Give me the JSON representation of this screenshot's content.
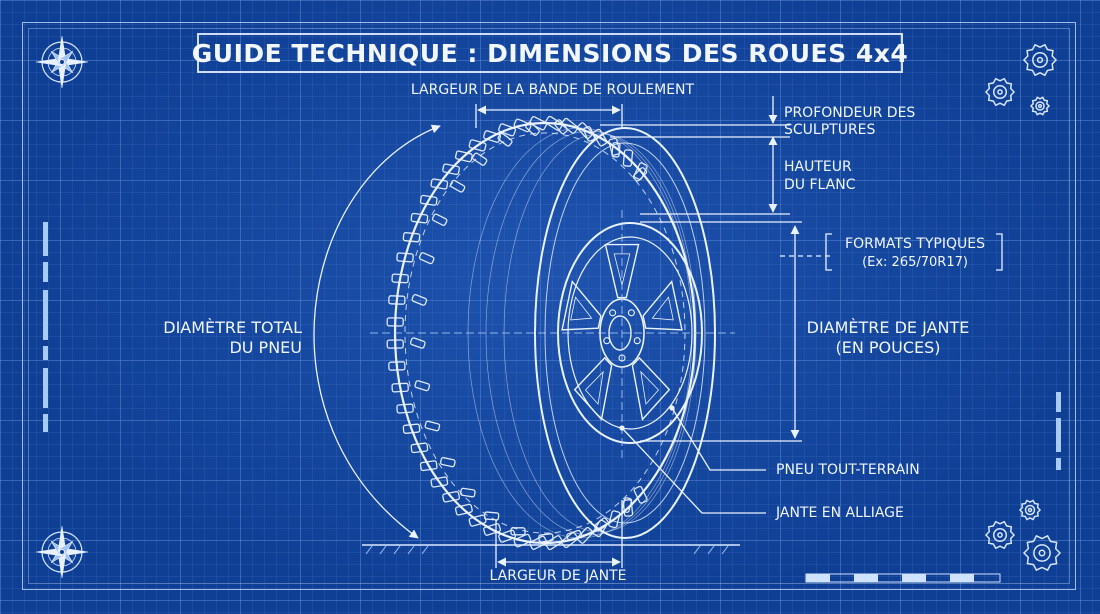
{
  "title": "GUIDE TECHNIQUE : DIMENSIONS DES ROUES 4x4",
  "labels": {
    "tread_width": "LARGEUR DE LA BANDE DE ROULEMENT",
    "tread_depth_1": "PROFONDEUR DES",
    "tread_depth_2": "SCULPTURES",
    "sidewall_1": "HAUTEUR",
    "sidewall_2": "DU FLANC",
    "formats_1": "FORMATS TYPIQUES",
    "formats_2": "(Ex: 265/70R17)",
    "overall_1": "DIAMÈTRE TOTAL",
    "overall_2": "DU PNEU",
    "rim_diam_1": "DIAMÈTRE DE JANTE",
    "rim_diam_2": "(EN POUCES)",
    "tire_type": "PNEU TOUT-TERRAIN",
    "rim_type": "JANTE EN ALLIAGE",
    "rim_width": "LARGEUR DE JANTE"
  },
  "icons": [
    "compass-rose-icon",
    "gears-icon",
    "scale-bar-icon"
  ],
  "colors": {
    "background": "#0f3f95",
    "line": "#e6f0ff",
    "grid": "#96c3ff"
  }
}
